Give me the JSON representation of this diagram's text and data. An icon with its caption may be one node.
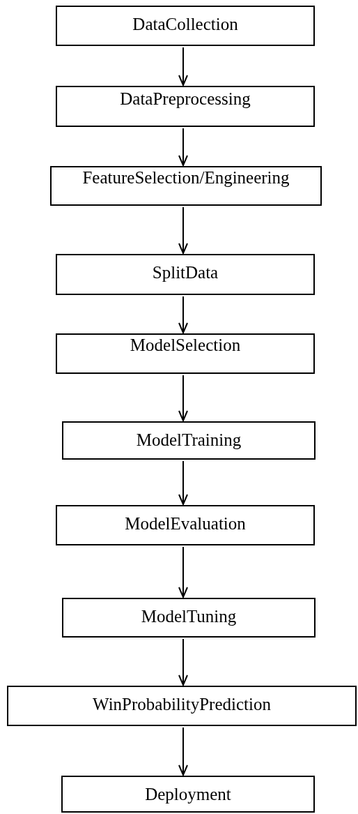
{
  "diagram": {
    "nodes": [
      {
        "text": [
          "DataCollection"
        ]
      },
      {
        "text": [
          "DataPreprocessing"
        ]
      },
      {
        "text": [
          "FeatureSelection/Engineering"
        ]
      },
      {
        "text": [
          "SplitData"
        ]
      },
      {
        "text": [
          "ModelSelection"
        ]
      },
      {
        "text": [
          "ModelTraining"
        ]
      },
      {
        "text": [
          "ModelEvaluation"
        ]
      },
      {
        "text": [
          "ModelTuning"
        ]
      },
      {
        "text": [
          "WinProbabilityPrediction"
        ]
      },
      {
        "text": [
          "Deployment"
        ]
      }
    ],
    "edges": [
      {
        "from": 0,
        "to": 1,
        "arrow": "to"
      },
      {
        "from": 1,
        "to": 2,
        "arrow": "to"
      },
      {
        "from": 2,
        "to": 3,
        "arrow": "to"
      },
      {
        "from": 3,
        "to": 4,
        "arrow": "to"
      },
      {
        "from": 4,
        "to": 5,
        "arrow": "to"
      },
      {
        "from": 5,
        "to": 6,
        "arrow": "to"
      },
      {
        "from": 6,
        "to": 7,
        "arrow": "to"
      },
      {
        "from": 7,
        "to": 8,
        "arrow": "to"
      },
      {
        "from": 8,
        "to": 9,
        "arrow": "to"
      }
    ]
  }
}
